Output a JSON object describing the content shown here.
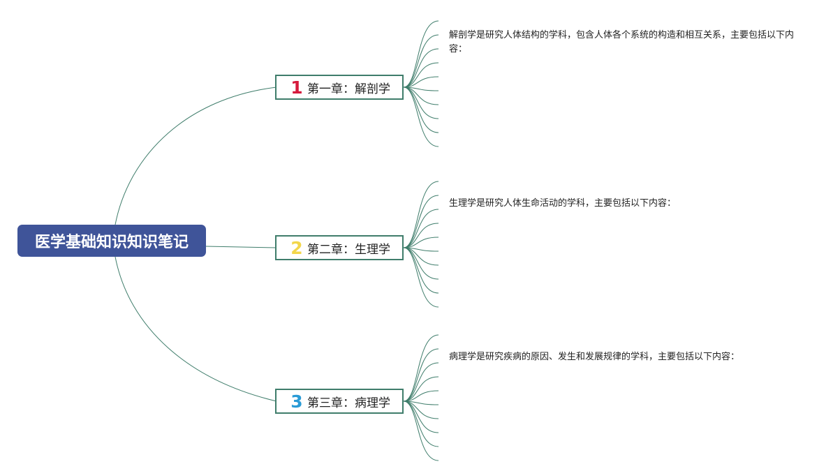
{
  "root": {
    "title": "医学基础知识知识笔记"
  },
  "chapters": [
    {
      "number": "1",
      "number_color": "#d61a3c",
      "title": "第一章：解剖学",
      "description": "解剖学是研究人体结构的学科，包含人体各个系统的构造和相互关系，主要包括以下内容："
    },
    {
      "number": "2",
      "number_color": "#f2d64b",
      "title": "第二章：生理学",
      "description": "生理学是研究人体生命活动的学科，主要包括以下内容："
    },
    {
      "number": "3",
      "number_color": "#2a9bd6",
      "title": "第三章：病理学",
      "description": "病理学是研究疾病的原因、发生和发展规律的学科，主要包括以下内容："
    }
  ],
  "colors": {
    "root_bg": "#3f5499",
    "connector": "#3f7d6b",
    "chapter_border": "#3f7d6b"
  }
}
